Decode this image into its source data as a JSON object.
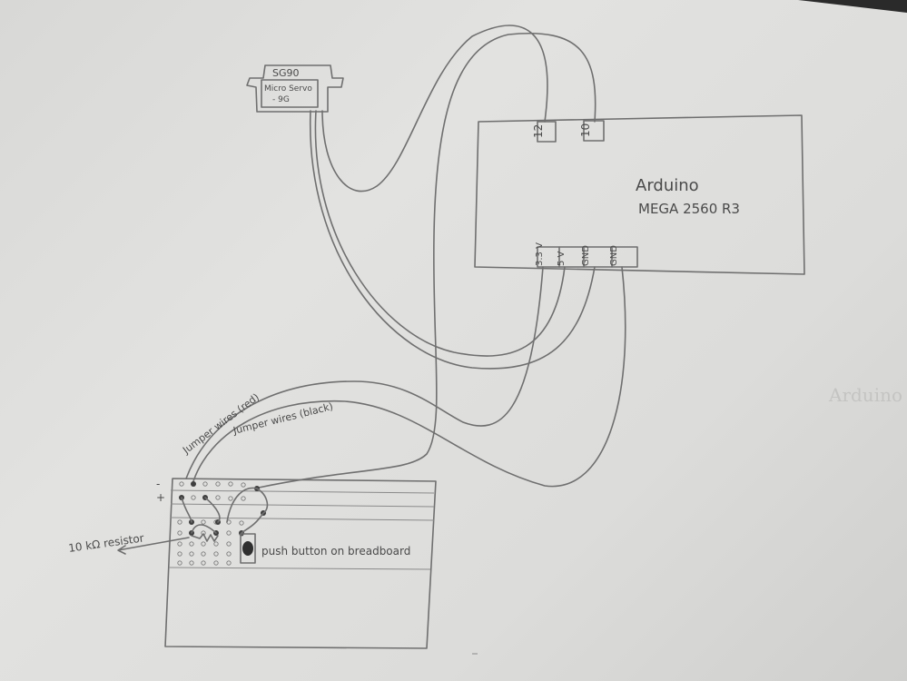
{
  "servo": {
    "model": "SG90",
    "name": "Micro Servo",
    "weight": "- 9G"
  },
  "arduino": {
    "name_line1": "Arduino",
    "name_line2": "MEGA 2560 R3",
    "pins_top": [
      "12",
      "10"
    ],
    "pins_bottom": [
      "3.3 V",
      "5 V",
      "GND",
      "GND"
    ]
  },
  "labels": {
    "wires_red": "Jumper wires (red)",
    "wires_black": "Jumper wires (black)",
    "resistor": "10 kΩ resistor",
    "push_button": "push button on breadboard",
    "rail_minus": "-",
    "rail_plus": "+",
    "faint_bleed": "Arduino"
  }
}
